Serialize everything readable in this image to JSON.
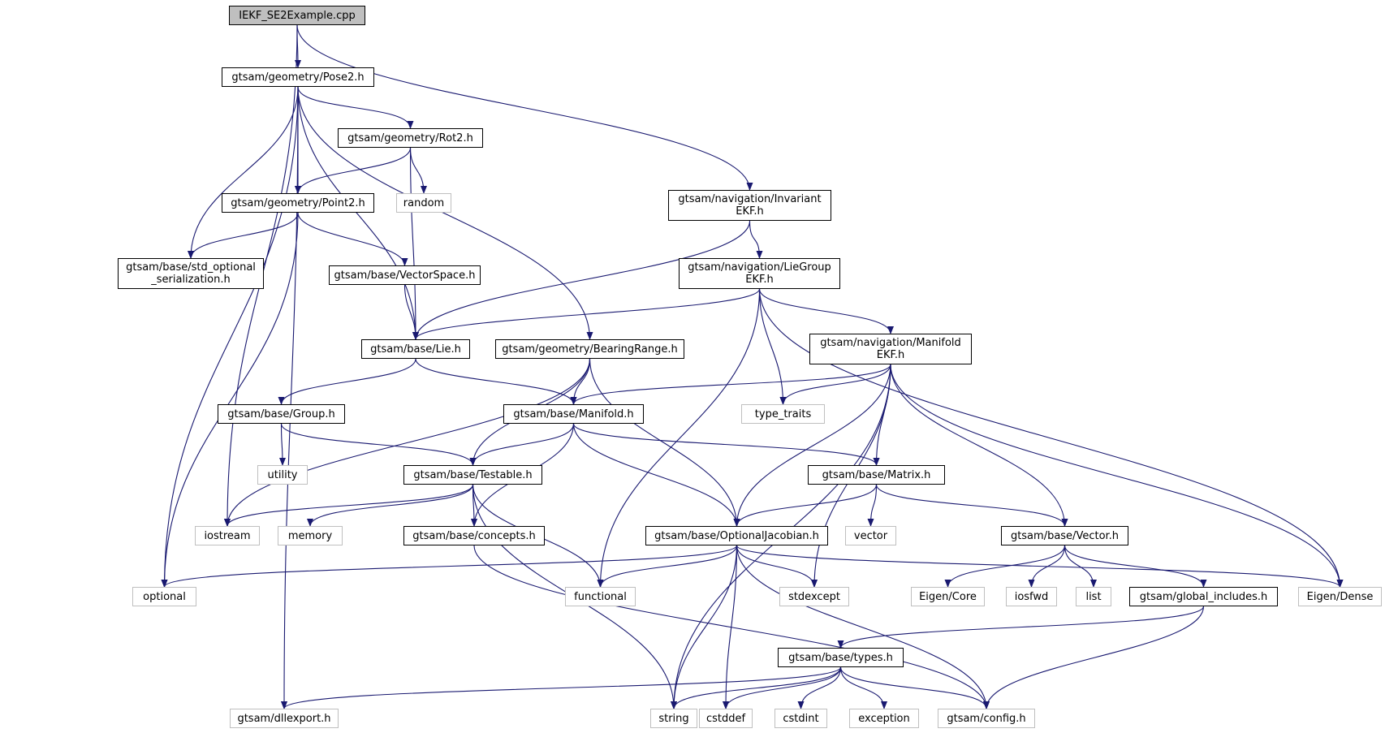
{
  "graph": {
    "edge_color": "#191970",
    "nodes": [
      {
        "id": "root",
        "label": "IEKF_SE2Example.cpp",
        "kind": "root"
      },
      {
        "id": "pose2",
        "label": "gtsam/geometry/Pose2.h",
        "kind": "local"
      },
      {
        "id": "invekf",
        "label": "gtsam/navigation/Invariant\nEKF.h",
        "kind": "local"
      },
      {
        "id": "rot2",
        "label": "gtsam/geometry/Rot2.h",
        "kind": "local"
      },
      {
        "id": "point2",
        "label": "gtsam/geometry/Point2.h",
        "kind": "local"
      },
      {
        "id": "random",
        "label": "random",
        "kind": "sys"
      },
      {
        "id": "stdopt",
        "label": "gtsam/base/std_optional\n_serialization.h",
        "kind": "local"
      },
      {
        "id": "vecspace",
        "label": "gtsam/base/VectorSpace.h",
        "kind": "local"
      },
      {
        "id": "liegroup",
        "label": "gtsam/navigation/LieGroup\nEKF.h",
        "kind": "local"
      },
      {
        "id": "lie",
        "label": "gtsam/base/Lie.h",
        "kind": "local"
      },
      {
        "id": "bearing",
        "label": "gtsam/geometry/BearingRange.h",
        "kind": "local"
      },
      {
        "id": "manekf",
        "label": "gtsam/navigation/Manifold\nEKF.h",
        "kind": "local"
      },
      {
        "id": "group",
        "label": "gtsam/base/Group.h",
        "kind": "local"
      },
      {
        "id": "manifold",
        "label": "gtsam/base/Manifold.h",
        "kind": "local"
      },
      {
        "id": "typetraits",
        "label": "type_traits",
        "kind": "sys"
      },
      {
        "id": "utility",
        "label": "utility",
        "kind": "sys"
      },
      {
        "id": "testable",
        "label": "gtsam/base/Testable.h",
        "kind": "local"
      },
      {
        "id": "matrix",
        "label": "gtsam/base/Matrix.h",
        "kind": "local"
      },
      {
        "id": "iostream",
        "label": "iostream",
        "kind": "sys"
      },
      {
        "id": "memory",
        "label": "memory",
        "kind": "sys"
      },
      {
        "id": "concepts",
        "label": "gtsam/base/concepts.h",
        "kind": "local"
      },
      {
        "id": "optjac",
        "label": "gtsam/base/OptionalJacobian.h",
        "kind": "local"
      },
      {
        "id": "vector",
        "label": "vector",
        "kind": "sys"
      },
      {
        "id": "vectorh",
        "label": "gtsam/base/Vector.h",
        "kind": "local"
      },
      {
        "id": "optional",
        "label": "optional",
        "kind": "sys"
      },
      {
        "id": "functional",
        "label": "functional",
        "kind": "sys"
      },
      {
        "id": "stdexcept",
        "label": "stdexcept",
        "kind": "sys"
      },
      {
        "id": "eigencore",
        "label": "Eigen/Core",
        "kind": "sys"
      },
      {
        "id": "iosfwd",
        "label": "iosfwd",
        "kind": "sys"
      },
      {
        "id": "list",
        "label": "list",
        "kind": "sys"
      },
      {
        "id": "globalinc",
        "label": "gtsam/global_includes.h",
        "kind": "local"
      },
      {
        "id": "eigendense",
        "label": "Eigen/Dense",
        "kind": "sys"
      },
      {
        "id": "types",
        "label": "gtsam/base/types.h",
        "kind": "local"
      },
      {
        "id": "dllexport",
        "label": "gtsam/dllexport.h",
        "kind": "sys"
      },
      {
        "id": "string",
        "label": "string",
        "kind": "sys"
      },
      {
        "id": "cstddef",
        "label": "cstddef",
        "kind": "sys"
      },
      {
        "id": "cstdint",
        "label": "cstdint",
        "kind": "sys"
      },
      {
        "id": "exception",
        "label": "exception",
        "kind": "sys"
      },
      {
        "id": "config",
        "label": "gtsam/config.h",
        "kind": "sys"
      }
    ],
    "edges": [
      [
        "root",
        "pose2"
      ],
      [
        "root",
        "invekf"
      ],
      [
        "root",
        "iostream"
      ],
      [
        "pose2",
        "rot2"
      ],
      [
        "pose2",
        "point2"
      ],
      [
        "pose2",
        "stdopt"
      ],
      [
        "pose2",
        "lie"
      ],
      [
        "pose2",
        "bearing"
      ],
      [
        "pose2",
        "optional"
      ],
      [
        "pose2",
        "dllexport"
      ],
      [
        "rot2",
        "point2"
      ],
      [
        "rot2",
        "random"
      ],
      [
        "rot2",
        "lie"
      ],
      [
        "point2",
        "stdopt"
      ],
      [
        "point2",
        "vecspace"
      ],
      [
        "point2",
        "optional"
      ],
      [
        "vecspace",
        "lie"
      ],
      [
        "invekf",
        "liegroup"
      ],
      [
        "invekf",
        "lie"
      ],
      [
        "liegroup",
        "lie"
      ],
      [
        "liegroup",
        "manekf"
      ],
      [
        "liegroup",
        "typetraits"
      ],
      [
        "liegroup",
        "functional"
      ],
      [
        "liegroup",
        "eigendense"
      ],
      [
        "lie",
        "group"
      ],
      [
        "lie",
        "manifold"
      ],
      [
        "bearing",
        "manifold"
      ],
      [
        "bearing",
        "testable"
      ],
      [
        "bearing",
        "optjac"
      ],
      [
        "bearing",
        "iostream"
      ],
      [
        "manekf",
        "manifold"
      ],
      [
        "manekf",
        "typetraits"
      ],
      [
        "manekf",
        "matrix"
      ],
      [
        "manekf",
        "optjac"
      ],
      [
        "manekf",
        "vectorh"
      ],
      [
        "manekf",
        "eigendense"
      ],
      [
        "manekf",
        "stdexcept"
      ],
      [
        "manekf",
        "string"
      ],
      [
        "group",
        "utility"
      ],
      [
        "group",
        "testable"
      ],
      [
        "manifold",
        "testable"
      ],
      [
        "manifold",
        "matrix"
      ],
      [
        "manifold",
        "optjac"
      ],
      [
        "manifold",
        "concepts"
      ],
      [
        "testable",
        "iostream"
      ],
      [
        "testable",
        "memory"
      ],
      [
        "testable",
        "concepts"
      ],
      [
        "testable",
        "functional"
      ],
      [
        "testable",
        "string"
      ],
      [
        "matrix",
        "optjac"
      ],
      [
        "matrix",
        "vector"
      ],
      [
        "matrix",
        "vectorh"
      ],
      [
        "concepts",
        "config"
      ],
      [
        "optjac",
        "optional"
      ],
      [
        "optjac",
        "functional"
      ],
      [
        "optjac",
        "stdexcept"
      ],
      [
        "optjac",
        "string"
      ],
      [
        "optjac",
        "cstddef"
      ],
      [
        "optjac",
        "config"
      ],
      [
        "optjac",
        "eigendense"
      ],
      [
        "vectorh",
        "eigencore"
      ],
      [
        "vectorh",
        "iosfwd"
      ],
      [
        "vectorh",
        "list"
      ],
      [
        "vectorh",
        "globalinc"
      ],
      [
        "globalinc",
        "types"
      ],
      [
        "globalinc",
        "config"
      ],
      [
        "types",
        "dllexport"
      ],
      [
        "types",
        "string"
      ],
      [
        "types",
        "cstddef"
      ],
      [
        "types",
        "cstdint"
      ],
      [
        "types",
        "exception"
      ],
      [
        "types",
        "config"
      ]
    ]
  }
}
